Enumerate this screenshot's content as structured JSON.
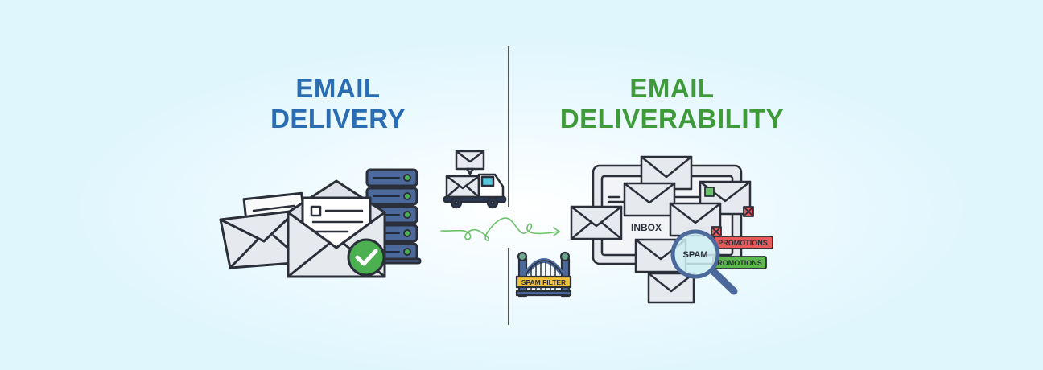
{
  "left_panel": {
    "title_line1": "EMAIL",
    "title_line2": "DELIVERY",
    "title_color": "#2a6db3",
    "icons": [
      "envelope-icon",
      "open-envelope-icon",
      "server-rack-icon",
      "check-badge-icon"
    ]
  },
  "middle": {
    "icons": [
      "delivery-truck-icon",
      "squiggle-arrow-icon",
      "spam-filter-gate-icon"
    ],
    "spam_filter_label": "SPAM FILTER"
  },
  "right_panel": {
    "title_line1": "EMAIL",
    "title_line2": "DELIVERABILITY",
    "title_color": "#3f9a3a",
    "inbox_label": "INBOX",
    "spam_label": "SPAM",
    "tag_red": "PROMOTIONS",
    "tag_green": "ROMOTIONS",
    "icons": [
      "inbox-window-icon",
      "magnifier-icon",
      "checkbox-icon",
      "x-box-icon"
    ]
  },
  "colors": {
    "background": "#e0f6fd",
    "outline": "#2b2f3a",
    "envelope": "#e6e9ee",
    "server": "#4b6a9b",
    "led": "#4caf50",
    "red_tag": "#e85a5a",
    "green_tag": "#5cb84a",
    "yellow": "#f2c23a"
  }
}
